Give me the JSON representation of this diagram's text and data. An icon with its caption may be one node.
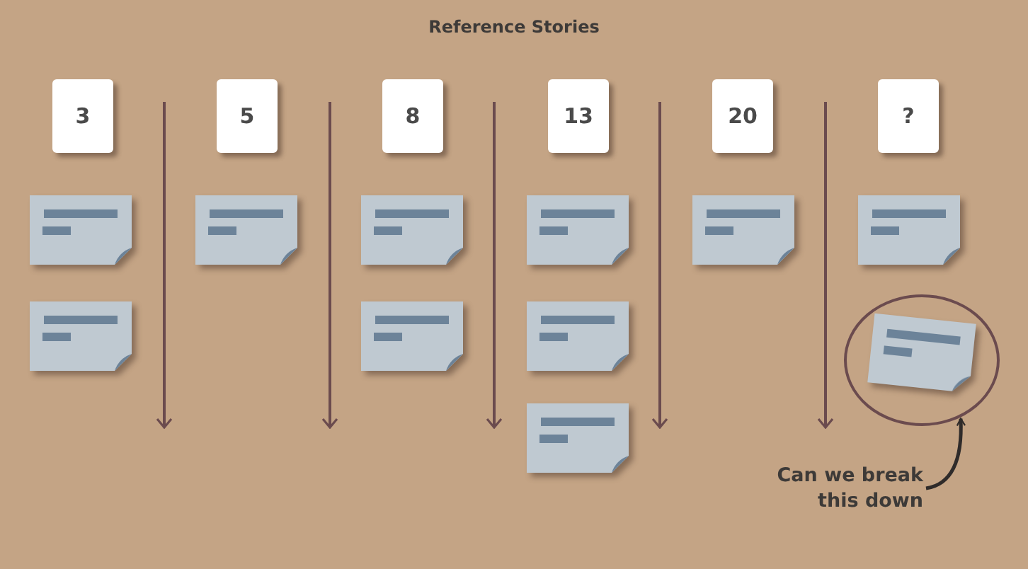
{
  "diagram": {
    "title": "Reference Stories",
    "nodes": [
      {
        "text": [
          "3"
        ]
      },
      {
        "text": [
          "5"
        ]
      },
      {
        "text": [
          "8"
        ]
      },
      {
        "text": [
          "13"
        ]
      },
      {
        "text": [
          "20"
        ]
      },
      {
        "text": [
          "?"
        ]
      },
      {
        "text": [],
        "shape": "box"
      },
      {
        "text": [],
        "shape": "box"
      },
      {
        "text": [],
        "shape": "box"
      },
      {
        "text": [],
        "shape": "box"
      },
      {
        "text": [],
        "shape": "box"
      },
      {
        "text": [],
        "shape": "box"
      },
      {
        "text": [],
        "shape": "box"
      },
      {
        "text": [],
        "shape": "box"
      },
      {
        "text": [],
        "shape": "box"
      },
      {
        "text": [],
        "shape": "circle"
      },
      {
        "text": [],
        "shape": "box",
        "in": 15
      },
      {
        "text": [],
        "shape": "box"
      },
      {
        "text": [
          "Can we break this down"
        ]
      }
    ],
    "edges": [
      {
        "from": 18,
        "to": 15,
        "arrow": "to"
      }
    ]
  }
}
